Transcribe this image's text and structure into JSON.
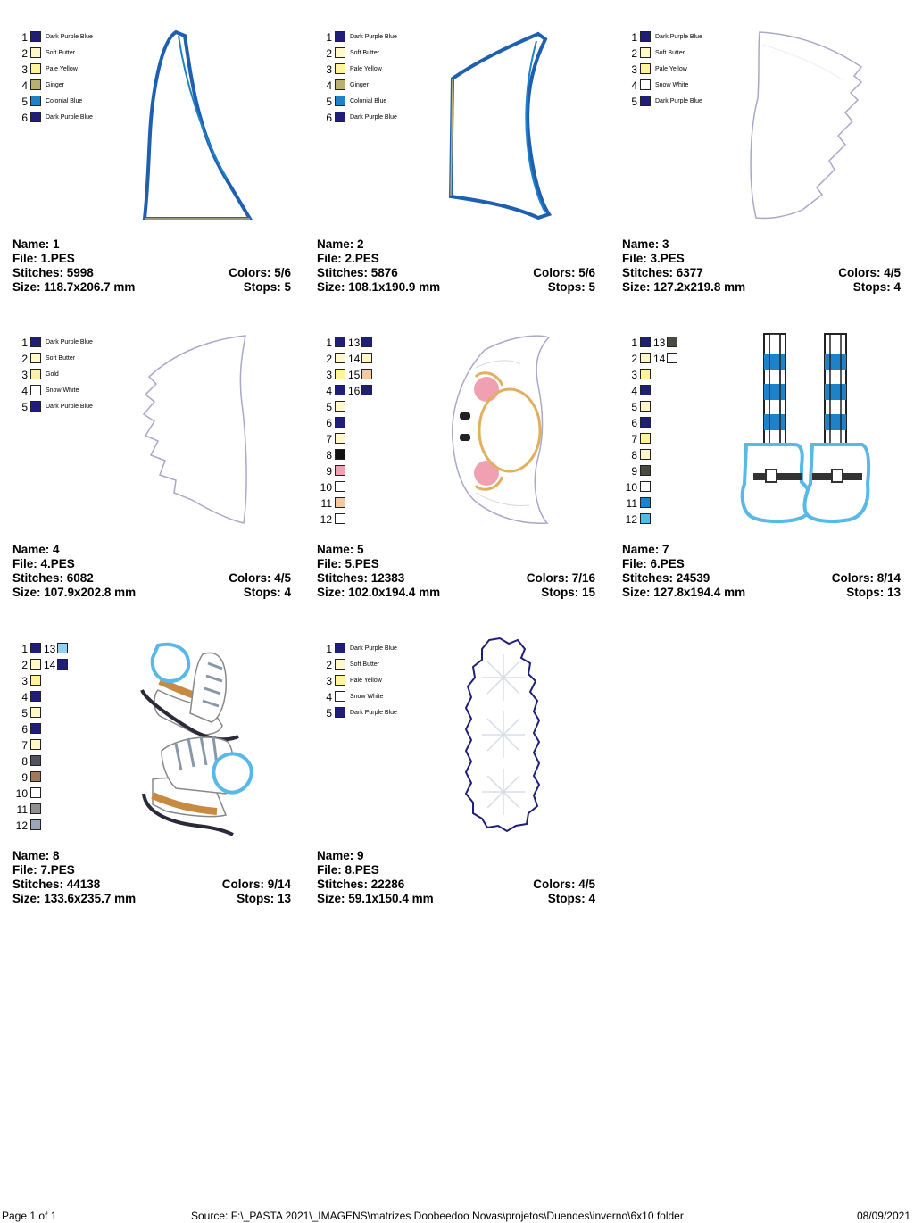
{
  "footer": {
    "page": "Page 1 of 1",
    "source": "Source: F:\\_PASTA 2021\\_IMAGENS\\matrizes Doobeedoo Novas\\projetos\\Duendes\\inverno\\6x10 folder",
    "date": "08/09/2021"
  },
  "colors": {
    "dark_purple_blue": "#1f1f7a",
    "soft_butter": "#fff8c8",
    "pale_yellow": "#fff49a",
    "ginger": "#b8b070",
    "colonial_blue": "#1e82c8",
    "snow_white": "#ffffff",
    "gold": "#fff0a8",
    "black": "#111111",
    "pink": "#f0a0b0",
    "peach": "#f5c8a0",
    "dark_olive": "#4a4a40",
    "sky": "#58b8e8",
    "light_sky": "#90d0f0",
    "gray": "#505560",
    "brown": "#a0785a",
    "mid_gray": "#909090",
    "steel": "#98a8b8"
  },
  "designs": [
    {
      "name": "Name: 1",
      "file": "File: 1.PES",
      "stitches": "Stitches: 5998",
      "colors": "Colors: 5/6",
      "size": "Size: 118.7x206.7 mm",
      "stops": "Stops: 5",
      "icon": "elf-hat-outline-icon",
      "legend": [
        {
          "n": "1",
          "label": "Dark Purple Blue",
          "color": "#1f1f7a"
        },
        {
          "n": "2",
          "label": "Soft Butter",
          "color": "#fff8c8"
        },
        {
          "n": "3",
          "label": "Pale Yellow",
          "color": "#fff49a"
        },
        {
          "n": "4",
          "label": "Ginger",
          "color": "#b8b070"
        },
        {
          "n": "5",
          "label": "Colonial Blue",
          "color": "#1e82c8"
        },
        {
          "n": "6",
          "label": "Dark Purple Blue",
          "color": "#1f1f7a"
        }
      ]
    },
    {
      "name": "Name: 2",
      "file": "File: 2.PES",
      "stitches": "Stitches: 5876",
      "colors": "Colors: 5/6",
      "size": "Size: 108.1x190.9 mm",
      "stops": "Stops: 5",
      "icon": "hat-brim-outline-icon",
      "legend": [
        {
          "n": "1",
          "label": "Dark Purple Blue",
          "color": "#1f1f7a"
        },
        {
          "n": "2",
          "label": "Soft Butter",
          "color": "#fff8c8"
        },
        {
          "n": "3",
          "label": "Pale Yellow",
          "color": "#fff49a"
        },
        {
          "n": "4",
          "label": "Ginger",
          "color": "#b8b070"
        },
        {
          "n": "5",
          "label": "Colonial Blue",
          "color": "#1e82c8"
        },
        {
          "n": "6",
          "label": "Dark Purple Blue",
          "color": "#1f1f7a"
        }
      ]
    },
    {
      "name": "Name: 3",
      "file": "File: 3.PES",
      "stitches": "Stitches: 6377",
      "colors": "Colors: 4/5",
      "size": "Size: 127.2x219.8 mm",
      "stops": "Stops: 4",
      "icon": "beard-right-icon",
      "legend": [
        {
          "n": "1",
          "label": "Dark Purple Blue",
          "color": "#1f1f7a"
        },
        {
          "n": "2",
          "label": "Soft Butter",
          "color": "#fff8c8"
        },
        {
          "n": "3",
          "label": "Pale Yellow",
          "color": "#fff49a"
        },
        {
          "n": "4",
          "label": "Snow White",
          "color": "#ffffff"
        },
        {
          "n": "5",
          "label": "Dark Purple Blue",
          "color": "#1f1f7a"
        }
      ]
    },
    {
      "name": "Name: 4",
      "file": "File: 4.PES",
      "stitches": "Stitches: 6082",
      "colors": "Colors: 4/5",
      "size": "Size: 107.9x202.8 mm",
      "stops": "Stops: 4",
      "icon": "beard-left-icon",
      "legend": [
        {
          "n": "1",
          "label": "Dark Purple Blue",
          "color": "#1f1f7a"
        },
        {
          "n": "2",
          "label": "Soft Butter",
          "color": "#fff8c8"
        },
        {
          "n": "3",
          "label": "Gold",
          "color": "#fff0a8"
        },
        {
          "n": "4",
          "label": "Snow White",
          "color": "#ffffff"
        },
        {
          "n": "5",
          "label": "Dark Purple Blue",
          "color": "#1f1f7a"
        }
      ]
    },
    {
      "name": "Name: 5",
      "file": "File: 5.PES",
      "stitches": "Stitches: 12383",
      "colors": "Colors: 7/16",
      "size": "Size: 102.0x194.4 mm",
      "stops": "Stops: 15",
      "icon": "elf-face-glasses-icon",
      "legend": [
        {
          "n": "1",
          "color": "#1f1f7a"
        },
        {
          "n": "2",
          "color": "#fff8c8"
        },
        {
          "n": "3",
          "color": "#fff49a"
        },
        {
          "n": "4",
          "color": "#1f1f7a"
        },
        {
          "n": "5",
          "color": "#fff8c8"
        },
        {
          "n": "6",
          "color": "#1f1f7a"
        },
        {
          "n": "7",
          "color": "#fff8c8"
        },
        {
          "n": "8",
          "color": "#111111"
        },
        {
          "n": "9",
          "color": "#f0a0b0"
        },
        {
          "n": "10",
          "color": "#ffffff"
        },
        {
          "n": "11",
          "color": "#f5c8a0"
        },
        {
          "n": "12",
          "color": "#ffffff"
        }
      ],
      "legend2": [
        {
          "n": "13",
          "color": "#1f1f7a"
        },
        {
          "n": "14",
          "color": "#fff8c8"
        },
        {
          "n": "15",
          "color": "#f5c8a0"
        },
        {
          "n": "16",
          "color": "#1f1f7a"
        }
      ]
    },
    {
      "name": "Name: 7",
      "file": "File: 6.PES",
      "stitches": "Stitches: 24539",
      "colors": "Colors: 8/14",
      "size": "Size: 127.8x194.4 mm",
      "stops": "Stops: 13",
      "icon": "striped-legs-boots-icon",
      "legend": [
        {
          "n": "1",
          "color": "#1f1f7a"
        },
        {
          "n": "2",
          "color": "#fff8c8"
        },
        {
          "n": "3",
          "color": "#fff49a"
        },
        {
          "n": "4",
          "color": "#1f1f7a"
        },
        {
          "n": "5",
          "color": "#fff8c8"
        },
        {
          "n": "6",
          "color": "#1f1f7a"
        },
        {
          "n": "7",
          "color": "#fff49a"
        },
        {
          "n": "8",
          "color": "#fff8c8"
        },
        {
          "n": "9",
          "color": "#4a4a40"
        },
        {
          "n": "10",
          "color": "#ffffff"
        },
        {
          "n": "11",
          "color": "#1e82c8"
        },
        {
          "n": "12",
          "color": "#58b8e8"
        }
      ],
      "legend2": [
        {
          "n": "13",
          "color": "#4a4a40"
        },
        {
          "n": "14",
          "color": "#ffffff"
        }
      ]
    },
    {
      "name": "Name: 8",
      "file": "File: 7.PES",
      "stitches": "Stitches: 44138",
      "colors": "Colors: 9/14",
      "size": "Size: 133.6x235.7 mm",
      "stops": "Stops: 13",
      "icon": "ice-skates-icon",
      "legend": [
        {
          "n": "1",
          "color": "#1f1f7a"
        },
        {
          "n": "2",
          "color": "#fff8c8"
        },
        {
          "n": "3",
          "color": "#fff49a"
        },
        {
          "n": "4",
          "color": "#1f1f7a"
        },
        {
          "n": "5",
          "color": "#fff8c8"
        },
        {
          "n": "6",
          "color": "#1f1f7a"
        },
        {
          "n": "7",
          "color": "#fff8c8"
        },
        {
          "n": "8",
          "color": "#505560"
        },
        {
          "n": "9",
          "color": "#a0785a"
        },
        {
          "n": "10",
          "color": "#ffffff"
        },
        {
          "n": "11",
          "color": "#909090"
        },
        {
          "n": "12",
          "color": "#98a8b8"
        }
      ],
      "legend2": [
        {
          "n": "13",
          "color": "#90d0f0"
        },
        {
          "n": "14",
          "color": "#1f1f7a"
        }
      ]
    },
    {
      "name": "Name: 9",
      "file": "File: 8.PES",
      "stitches": "Stitches: 22286",
      "colors": "Colors: 4/5",
      "size": "Size: 59.1x150.4 mm",
      "stops": "Stops: 4",
      "icon": "snowflake-column-icon",
      "legend": [
        {
          "n": "1",
          "label": "Dark Purple Blue",
          "color": "#1f1f7a"
        },
        {
          "n": "2",
          "label": "Soft Butter",
          "color": "#fff8c8"
        },
        {
          "n": "3",
          "label": "Pale Yellow",
          "color": "#fff49a"
        },
        {
          "n": "4",
          "label": "Snow White",
          "color": "#ffffff"
        },
        {
          "n": "5",
          "label": "Dark Purple Blue",
          "color": "#1f1f7a"
        }
      ]
    }
  ]
}
